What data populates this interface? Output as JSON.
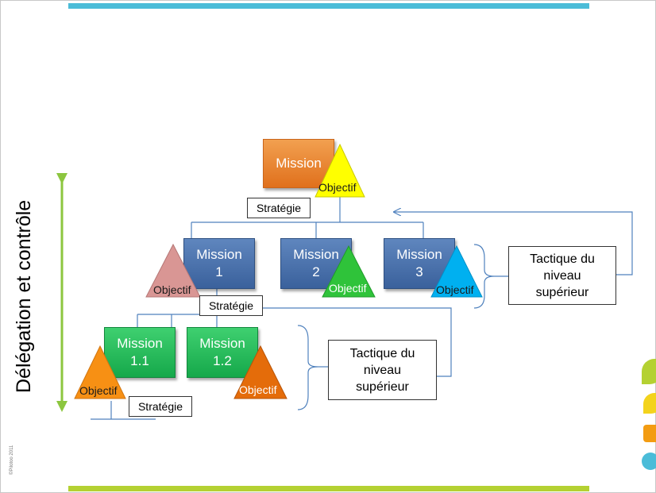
{
  "side_label": "Délégation et contrôle",
  "copyright": "©Pilotoo 2011",
  "root": {
    "mission": "Mission",
    "objectif": "Objectif",
    "strategie": "Stratégie"
  },
  "level1": [
    {
      "mission": "Mission\n1",
      "objectif": "Objectif"
    },
    {
      "mission": "Mission\n2",
      "objectif": "Objectif"
    },
    {
      "mission": "Mission\n3",
      "objectif": "Objectif"
    }
  ],
  "level1_strategie": "Stratégie",
  "level2": [
    {
      "mission": "Mission\n1.1",
      "objectif": "Objectif"
    },
    {
      "mission": "Mission\n1.2",
      "objectif": "Objectif"
    }
  ],
  "level2_strategie": "Stratégie",
  "tactique_top": "Tactique du\nniveau\nsupérieur",
  "tactique_bottom": "Tactique du\nniveau\nsupérieur",
  "colors": {
    "top_bar": "#4bbcd8",
    "bottom_bar": "#b4d132",
    "arrow": "#8cc63f",
    "connector": "#4f81bd",
    "orange": "#e8802a",
    "blue": "#4a72ad",
    "green": "#20b950",
    "yellow": "#ffff00",
    "pink": "#d99694",
    "triangle_green": "#2fc33a",
    "triangle_blue": "#00b0f0",
    "triangle_orange": "#f79014",
    "triangle_dark_orange": "#e46c0a"
  }
}
